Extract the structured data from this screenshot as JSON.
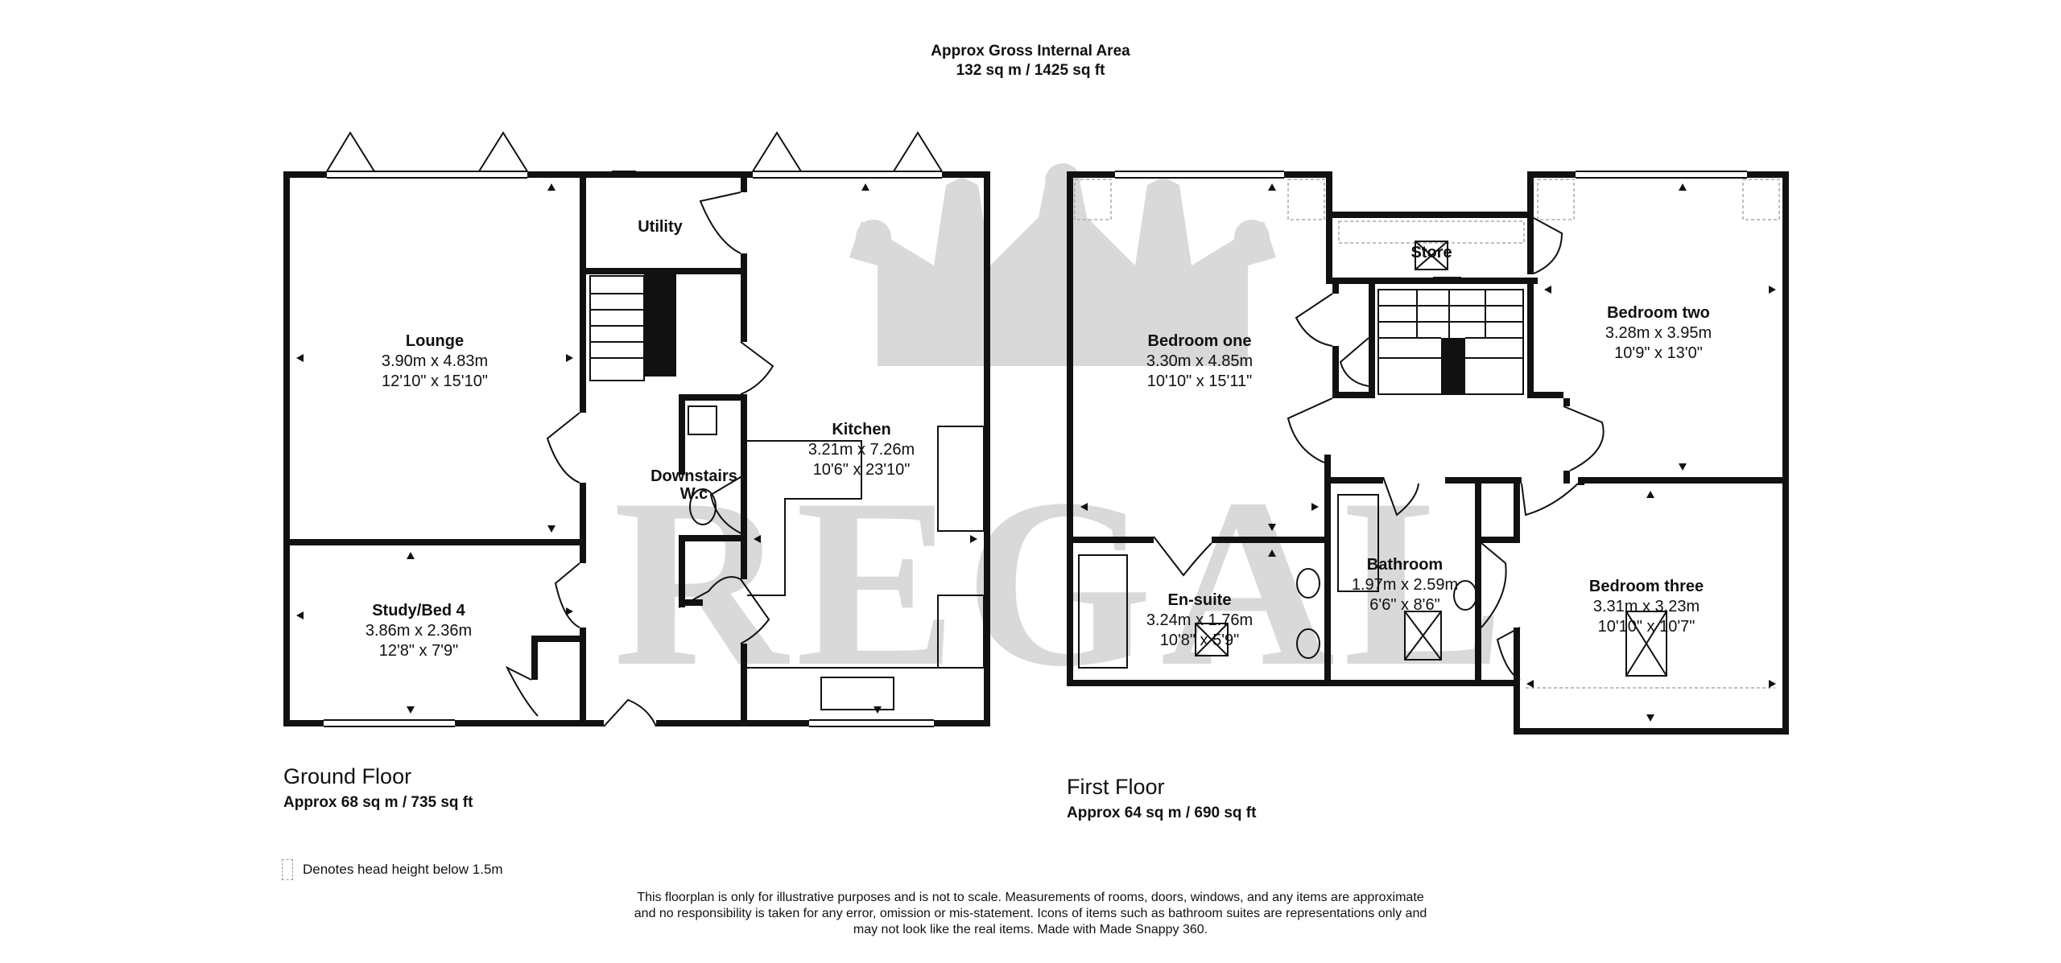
{
  "header": {
    "line1": "Approx Gross Internal Area",
    "line2": "132 sq m / 1425 sq ft"
  },
  "watermark": {
    "text": "REGAL",
    "color": "#d9d9d9"
  },
  "floors": [
    {
      "name": "Ground Floor",
      "area": "Approx 68 sq m / 735 sq ft",
      "rooms": [
        {
          "name": "Lounge",
          "metric": "3.90m x 4.83m",
          "imperial": "12'10\" x 15'10\""
        },
        {
          "name": "Utility"
        },
        {
          "name": "Kitchen",
          "metric": "3.21m x 7.26m",
          "imperial": "10'6\" x 23'10\""
        },
        {
          "name": "Downstairs",
          "name2": "W.c"
        },
        {
          "name": "Study/Bed 4",
          "metric": "3.86m x 2.36m",
          "imperial": "12'8\" x 7'9\""
        }
      ]
    },
    {
      "name": "First Floor",
      "area": "Approx 64 sq m / 690 sq ft",
      "rooms": [
        {
          "name": "Bedroom one",
          "metric": "3.30m x 4.85m",
          "imperial": "10'10\" x 15'11\""
        },
        {
          "name": "Store"
        },
        {
          "name": "Bedroom two",
          "metric": "3.28m x 3.95m",
          "imperial": "10'9\" x 13'0\""
        },
        {
          "name": "En-suite",
          "metric": "3.24m x 1.76m",
          "imperial": "10'8\" x 5'9\""
        },
        {
          "name": "Bathroom",
          "metric": "1.97m x 2.59m",
          "imperial": "6'6\" x 8'6\""
        },
        {
          "name": "Bedroom three",
          "metric": "3.31m x 3.23m",
          "imperial": "10'10\" x 10'7\""
        }
      ]
    }
  ],
  "legend": {
    "text": "Denotes head height below 1.5m"
  },
  "disclaimer": {
    "line1": "This floorplan is only for illustrative purposes and is not to scale. Measurements of rooms, doors, windows, and any items are approximate",
    "line2": "and no responsibility is taken for any error, omission or mis-statement. Icons of items such as bathroom suites are representations only and",
    "line3": "may not look like the real items. Made with Made Snappy 360."
  }
}
